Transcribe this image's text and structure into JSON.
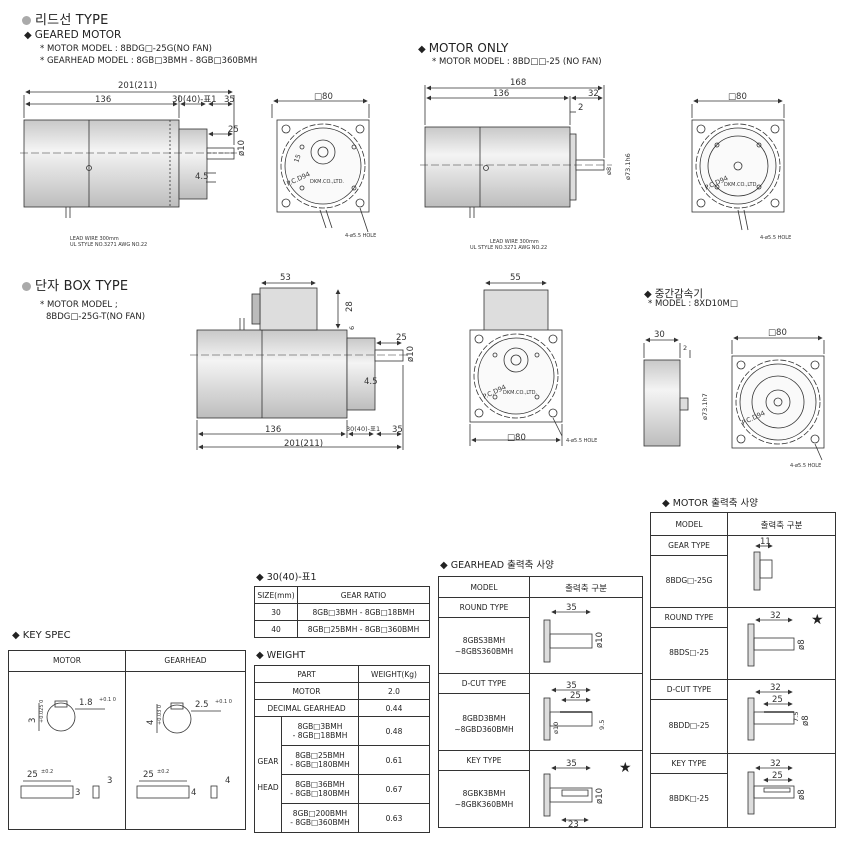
{
  "lead_type": {
    "title": "리드선 TYPE",
    "geared_heading": "GEARED MOTOR",
    "motor_model": "* MOTOR MODEL : 8BDG□-25G(NO FAN)",
    "gearhead_model": "* GEARHEAD MODEL : 8GB□3BMH - 8GB□360BMH",
    "dims": {
      "overall": "201(211)",
      "d136": "136",
      "d30": "30(40)-표1",
      "d35": "35",
      "d25": "25",
      "d10": "ø10",
      "d45": "4.5",
      "sq80": "□80",
      "d15": "15",
      "wire": "LEAD WIRE 300mm",
      "ul": "UL STYLE NO.3271 AWG NO.22",
      "hole": "4-ø5.5 HOLE",
      "pcd": "P.C.D94",
      "maker": "DKM.CO.,LTD."
    }
  },
  "motor_only": {
    "heading": "MOTOR ONLY",
    "model": "* MOTOR MODEL : 8BD□□-25 (NO FAN)",
    "dims": {
      "overall": "168",
      "d136": "136",
      "d32": "32",
      "d2": "2",
      "d8": "ø8",
      "d73": "ø73.1h6",
      "sq80": "□80",
      "wire": "LEAD WIRE 300mm",
      "ul": "UL STYLE NO.3271 AWG NO.22",
      "hole": "4-ø5.5 HOLE",
      "pcd": "P.C.D94",
      "maker": "DKM.CO.,LTD."
    }
  },
  "box_type": {
    "title": "단자 BOX TYPE",
    "model1": "* MOTOR MODEL ;",
    "model2": "8BDG□-25G-T(NO FAN)",
    "dims": {
      "d53": "53",
      "d28": "28",
      "d6": "6",
      "d25": "25",
      "d10": "ø10",
      "d45": "4.5",
      "d136": "136",
      "d30": "30(40)-표1",
      "d35": "35",
      "overall": "201(211)",
      "d55": "55",
      "sq80": "□80",
      "hole": "4-ø5.5 HOLE",
      "pcd": "P.C.D94",
      "maker": "DKM.CO.,LTD."
    }
  },
  "intermediate": {
    "title": "중간감속기",
    "model": "* MODEL : 8XD10M□",
    "dims": {
      "d30": "30",
      "d2": "2",
      "sq80": "□80",
      "d73": "ø73.1h7",
      "hole": "4-ø5.5 HOLE",
      "pcd": "P.C.D94"
    }
  },
  "key_spec": {
    "title": "KEY SPEC",
    "col_motor": "MOTOR",
    "col_gearhead": "GEARHEAD",
    "m_3": "3",
    "m_3tol": "+0.025 0",
    "m_18": "1.8",
    "m_18tol": "+0.1 0",
    "m_25": "25",
    "m_25tol": "±0.2",
    "m_3b": "3",
    "m_3c": "3",
    "g_4": "4",
    "g_4tol": "+0.03 0",
    "g_25": "2.5",
    "g_25tol": "+0.1 0",
    "g_25b": "25",
    "g_25btol": "±0.2",
    "g_4b": "4",
    "g_4c": "4"
  },
  "table1": {
    "title": "30(40)-표1",
    "h_size": "SIZE(mm)",
    "h_ratio": "GEAR RATIO",
    "rows": [
      {
        "size": "30",
        "ratio": "8GB□3BMH - 8GB□18BMH"
      },
      {
        "size": "40",
        "ratio": "8GB□25BMH - 8GB□360BMH"
      }
    ]
  },
  "weight": {
    "title": "WEIGHT",
    "h_part": "PART",
    "h_weight": "WEIGHT(Kg)",
    "motor": "MOTOR",
    "motor_w": "2.0",
    "dec": "DECIMAL GEARHEAD",
    "dec_w": "0.44",
    "gear_label": "GEAR",
    "head_label": "HEAD",
    "rows": [
      {
        "a": "8GB□3BMH",
        "b": "- 8GB□18BMH",
        "w": "0.48"
      },
      {
        "a": "8GB□25BMH",
        "b": "- 8GB□180BMH",
        "w": "0.61"
      },
      {
        "a": "8GB□36BMH",
        "b": "- 8GB□180BMH",
        "w": "0.67"
      },
      {
        "a": "8GB□200BMH",
        "b": "- 8GB□360BMH",
        "w": "0.63"
      }
    ]
  },
  "gearhead_shaft": {
    "title": "GEARHEAD 출력축 사양",
    "h_model": "MODEL",
    "h_shaft": "출력축 구분",
    "round": "ROUND TYPE",
    "round_m1": "8GBS3BMH",
    "round_m2": "~8GBS360BMH",
    "round_d35": "35",
    "round_d10": "ø10",
    "dcut": "D-CUT TYPE",
    "dcut_m1": "8GBD3BMH",
    "dcut_m2": "~8GBD360BMH",
    "dcut_d35": "35",
    "dcut_d25": "25",
    "dcut_d10": "ø10",
    "dcut_d95": "9.5",
    "key": "KEY TYPE",
    "key_m1": "8GBK3BMH",
    "key_m2": "~8GBK360BMH",
    "key_d35": "35",
    "key_d10": "ø10",
    "key_d23": "23"
  },
  "motor_shaft": {
    "title": "MOTOR 출력축 사양",
    "h_model": "MODEL",
    "h_shaft": "출력축 구분",
    "gear": "GEAR TYPE",
    "gear_m": "8BDG□-25G",
    "gear_d11": "11",
    "round": "ROUND TYPE",
    "round_m": "8BDS□-25",
    "round_d32": "32",
    "round_d8": "ø8",
    "dcut": "D-CUT TYPE",
    "dcut_m": "8BDD□-25",
    "dcut_d32": "32",
    "dcut_d25": "25",
    "dcut_d8": "ø8",
    "dcut_d7": "7.5",
    "key": "KEY TYPE",
    "key_m": "8BDK□-25",
    "key_d32": "32",
    "key_d25": "25",
    "key_d8": "ø8"
  },
  "star": "★"
}
